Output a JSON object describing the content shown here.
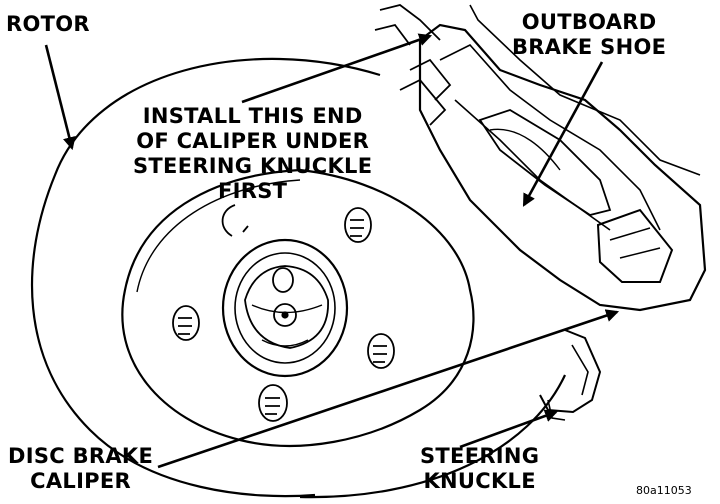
{
  "labels": {
    "rotor": "ROTOR",
    "outboard": [
      "OUTBOARD",
      "BRAKE SHOE"
    ],
    "install": [
      "INSTALL THIS END",
      "OF CALIPER UNDER",
      "STEERING KNUCKLE",
      "FIRST"
    ],
    "disc": [
      "DISC BRAKE",
      "CALIPER"
    ],
    "steering": [
      "STEERING",
      "KNUCKLE"
    ],
    "figure_code": "80a11053"
  },
  "colors": {
    "ink": "#000000",
    "paper": "#ffffff"
  }
}
